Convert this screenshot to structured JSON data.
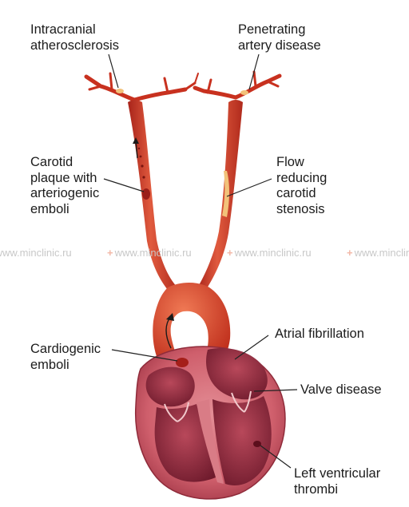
{
  "labels": {
    "intracranial": "Intracranial\natherosclerosis",
    "penetrating": "Penetrating\nartery disease",
    "carotid_plaque": "Carotid\nplaque with\narteriogenic\nemboli",
    "flow_reducing": "Flow\nreducing\ncarotid\nstenosis",
    "cardiogenic": "Cardiogenic\nemboli",
    "atrial_fib": "Atrial fibrillation",
    "valve": "Valve disease",
    "lv_thrombi": "Left ventricular\nthrombi"
  },
  "watermark": {
    "symbol": "+",
    "text": "www.minclinic.ru"
  },
  "colors": {
    "artery": "#c8311f",
    "artery_light": "#e0583d",
    "heart_outer": "#c44a5a",
    "heart_inner": "#8e2236",
    "plaque": "#f2c27a",
    "line": "#222222"
  }
}
